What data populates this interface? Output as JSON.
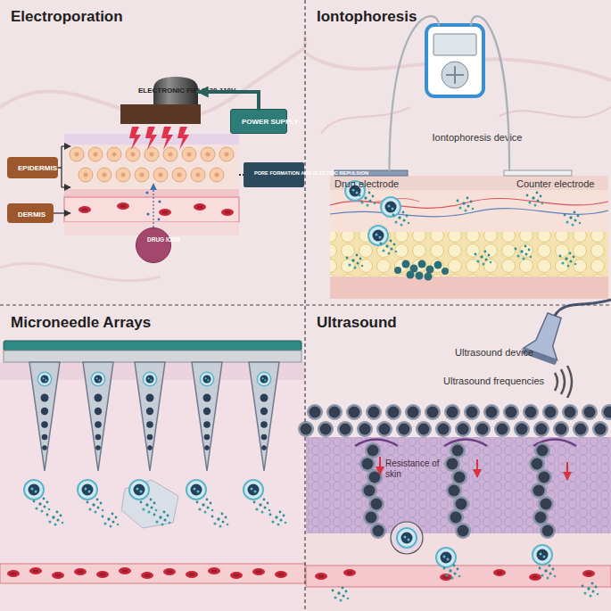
{
  "diagram": {
    "nodes": [
      {
        "text": [
          "Electroporation"
        ]
      },
      {
        "text": [
          "ELECTRONIC FIELD 30-110V"
        ],
        "in": 0
      },
      {
        "text": [
          "POWER SUPPLY"
        ],
        "in": 0
      },
      {
        "text": [
          "EPIDERMIS"
        ],
        "in": 0
      },
      {
        "text": [
          "DERMIS"
        ],
        "in": 0
      },
      {
        "text": [
          "PORE FORMATION AND ELECTRIC REPULSION"
        ],
        "in": 0
      },
      {
        "text": [
          "DRUG IONS"
        ],
        "in": 0
      },
      {
        "text": [
          "Iontophoresis"
        ]
      },
      {
        "text": [
          "Iontophoresis device"
        ],
        "in": 7
      },
      {
        "text": [
          "Drug electrode"
        ],
        "in": 7
      },
      {
        "text": [
          "Counter electrode"
        ],
        "in": 7
      },
      {
        "text": [
          "Microneedle Arrays"
        ]
      },
      {
        "text": [
          "Ultrasound"
        ]
      }
    ],
    "edges": [
      {
        "from": 2,
        "to": 1,
        "arrow": "to"
      },
      {
        "from": 8,
        "to": 9,
        "arrow": "none"
      },
      {
        "from": 8,
        "to": 10,
        "arrow": "none"
      }
    ],
    "labels": [
      "Ultrasound device",
      "Ultrasound frequencies",
      "Resistance of skin"
    ]
  }
}
